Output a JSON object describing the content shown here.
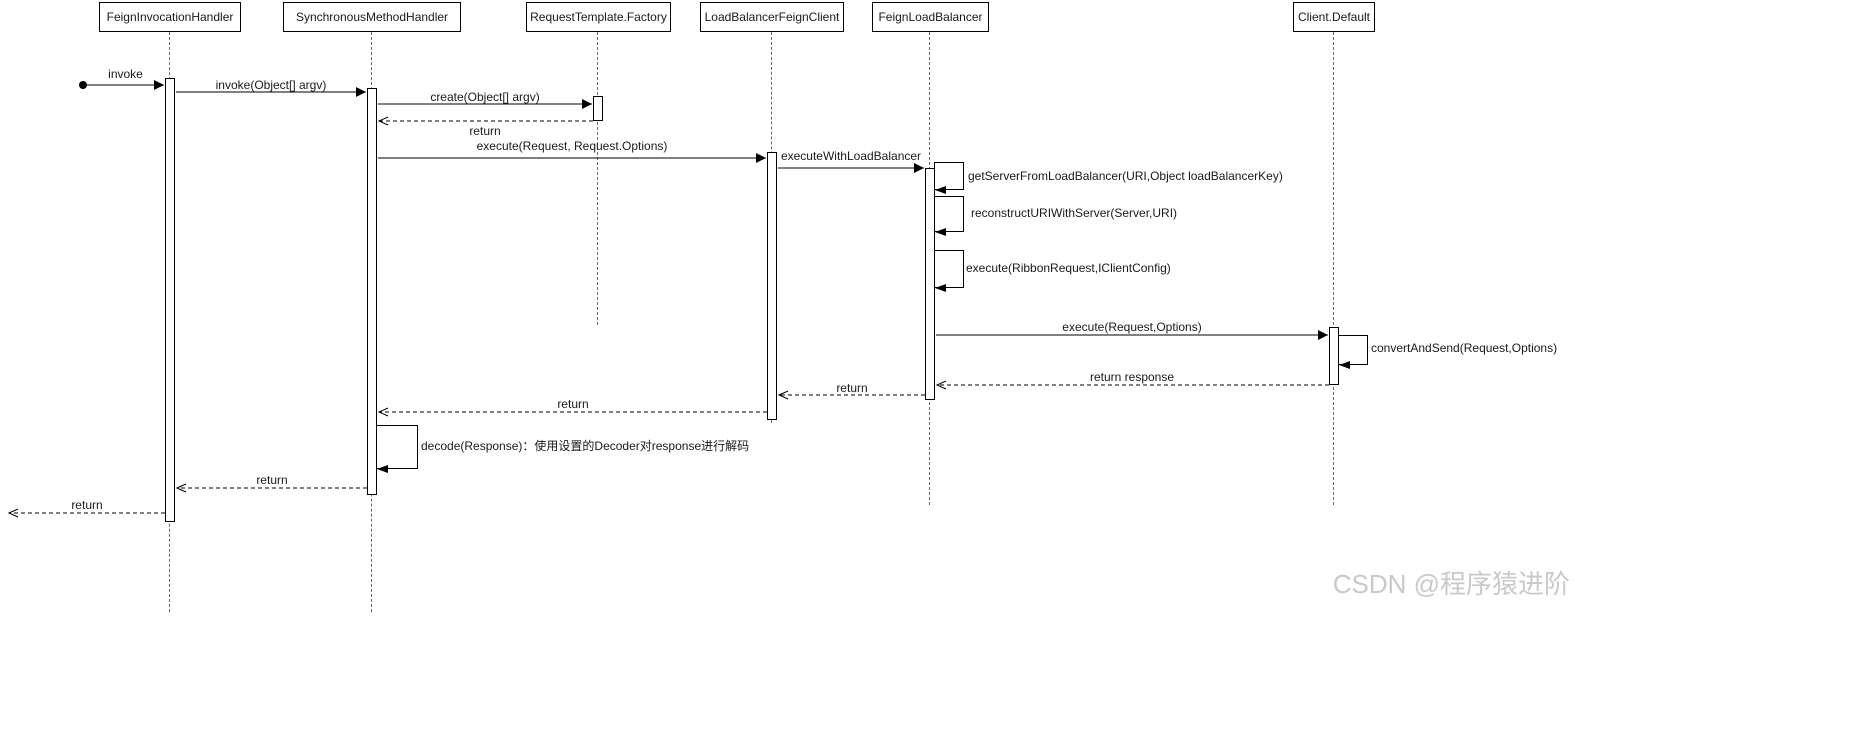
{
  "diagram": {
    "participants": [
      {
        "label": "FeignInvocationHandler"
      },
      {
        "label": "SynchronousMethodHandler"
      },
      {
        "label": "RequestTemplate.Factory"
      },
      {
        "label": "LoadBalancerFeignClient"
      },
      {
        "label": "FeignLoadBalancer"
      },
      {
        "label": "Client.Default"
      }
    ],
    "messages": {
      "invoke": "invoke",
      "invoke_argv": "invoke(Object[] argv)",
      "create_argv": "create(Object[] argv)",
      "return_create": "return",
      "execute_request": "execute(Request, Request.Options)",
      "execute_with_lb": "executeWithLoadBalancer",
      "get_server": "getServerFromLoadBalancer(URI,Object loadBalancerKey)",
      "reconstruct_uri": "reconstructURIWithServer(Server,URI)",
      "execute_ribbon": "execute(RibbonRequest,IClientConfig)",
      "execute_client": "execute(Request,Options)",
      "convert_and_send": "convertAndSend(Request,Options)",
      "return_response": "return response",
      "return_to_lb_client": "return",
      "return_to_method_handler": "return",
      "decode_note": "decode(Response)：使用设置的Decoder对response进行解码",
      "return_to_invocation_handler": "return",
      "return_final": "return"
    },
    "watermark": "CSDN @程序猿进阶",
    "colors": {
      "stroke": "#000000",
      "lifeline": "#666666",
      "watermark": "#c9c9c9"
    }
  }
}
